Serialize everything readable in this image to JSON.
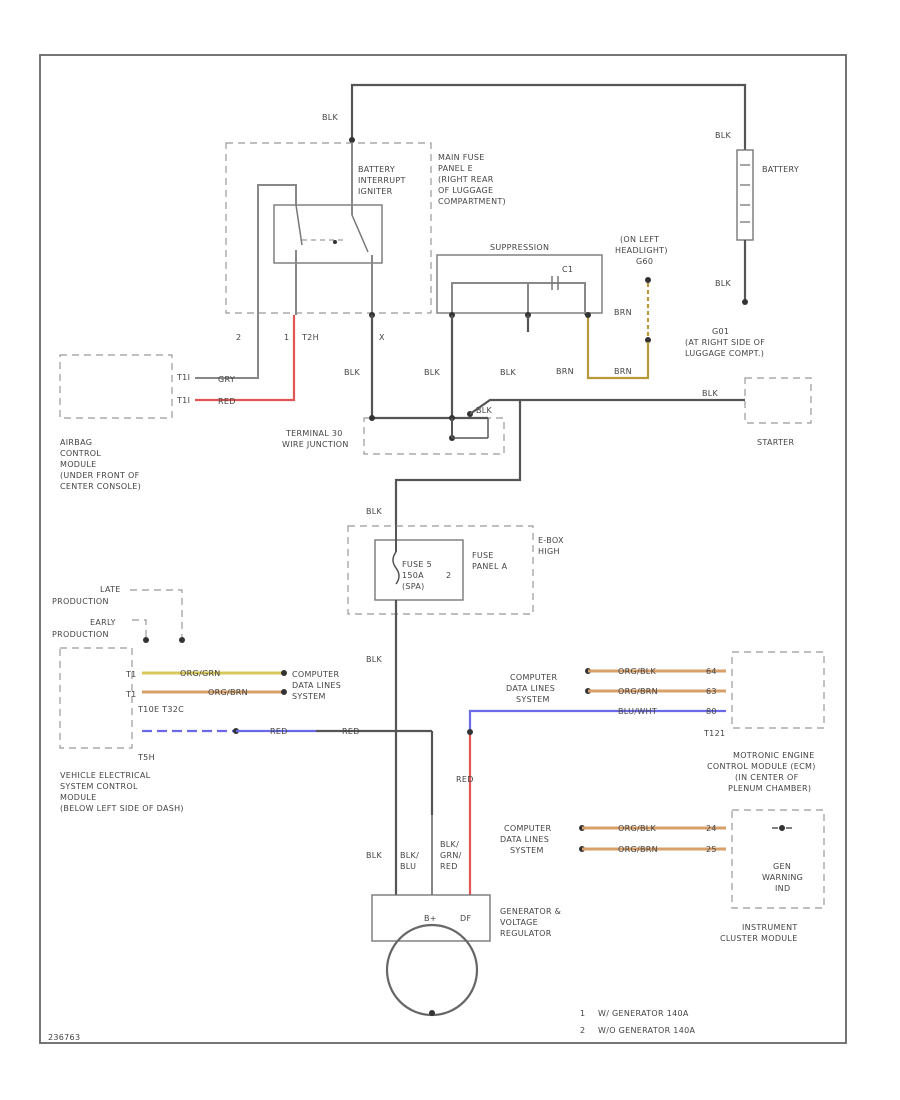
{
  "labels": {
    "blk_top": "BLK",
    "blk_battery_top": "BLK",
    "battery": "BATTERY",
    "blk_battery_bottom": "BLK",
    "g1_line1": "G01",
    "g1_line2": "(AT RIGHT SIDE OF",
    "g1_line3": "LUGGAGE COMPT.)",
    "starter": "STARTER",
    "blk_starter": "BLK",
    "interrupt_1": "BATTERY",
    "interrupt_2": "INTERRUPT",
    "interrupt_3": "IGNITER",
    "mainfuse_1": "MAIN FUSE",
    "mainfuse_2": "PANEL E",
    "mainfuse_3": "(RIGHT REAR",
    "mainfuse_4": "OF LUGGAGE",
    "mainfuse_5": "COMPARTMENT)",
    "suppression": "SUPPRESSION",
    "c1": "C1",
    "headlight_1": "(ON LEFT",
    "headlight_2": "HEADLIGHT)",
    "headlight_3": "G60",
    "brn_1": "BRN",
    "brn_2": "BRN",
    "brn_3": "BRN",
    "pin_2": "2",
    "pin_1": "1",
    "t2h": "T2H",
    "pin_x": "X",
    "blk_a": "BLK",
    "blk_b": "BLK",
    "blk_c": "BLK",
    "blk_d": "BLK",
    "airbag_t1": "T1I",
    "airbag_t2": "T1I",
    "gry": "GRY",
    "red_airbag": "RED",
    "airbag_1": "AIRBAG",
    "airbag_2": "CONTROL",
    "airbag_3": "MODULE",
    "airbag_4": "(UNDER FRONT OF",
    "airbag_5": "CENTER CONSOLE)",
    "terminal_1": "TERMINAL 30",
    "terminal_2": "WIRE JUNCTION",
    "blk_fuse": "BLK",
    "ebox_1": "E-BOX",
    "ebox_2": "HIGH",
    "fuse_1": "FUSE 5",
    "fuse_2": "150A",
    "fuse_3": "(SPA)",
    "fuse_pin": "2",
    "fusepanel_1": "FUSE",
    "fusepanel_2": "PANEL A",
    "late_1": "LATE",
    "late_2": "PRODUCTION",
    "early_1": "EARLY",
    "early_2": "PRODUCTION",
    "blk_mid": "BLK",
    "t1_1": "T1",
    "t1_2": "T1",
    "wire_orggrn": "ORG/GRN",
    "wire_orgbrn": "ORG/BRN",
    "comp_l_1": "COMPUTER",
    "comp_l_2": "DATA LINES",
    "comp_l_3": "SYSTEM",
    "t10e": "T10E  T32C",
    "t5a": "T5H",
    "red_mid": "RED",
    "red_mid2": "RED",
    "vecm_1": "VEHICLE ELECTRICAL",
    "vecm_2": "SYSTEM CONTROL",
    "vecm_3": "MODULE",
    "vecm_4": "(BELOW LEFT SIDE OF DASH)",
    "comp_r1_1": "COMPUTER",
    "comp_r1_2": "DATA LINES",
    "comp_r1_3": "SYSTEM",
    "wire_r1a": "ORG/BLK",
    "wire_r1b": "ORG/BRN",
    "wire_r1c": "BLU/WHT",
    "pin_r1a": "64",
    "pin_r1b": "63",
    "pin_r1c": "80",
    "t121": "T121",
    "ecm_1": "MOTRONIC ENGINE",
    "ecm_2": "CONTROL MODULE (ECM)",
    "ecm_3": "(IN CENTER OF",
    "ecm_4": "PLENUM CHAMBER)",
    "red_vert": "RED",
    "comp_r2_1": "COMPUTER",
    "comp_r2_2": "DATA LINES",
    "comp_r2_3": "SYSTEM",
    "wire_r2a": "ORG/BLK",
    "wire_r2b": "ORG/BRN",
    "pin_r2a": "24",
    "pin_r2b": "25",
    "gen_warn_1": "GEN",
    "gen_warn_2": "WARNING",
    "gen_warn_3": "IND",
    "cluster_1": "INSTRUMENT",
    "cluster_2": "CLUSTER MODULE",
    "blk_gen": "BLK",
    "blk_blu_1": "BLK/",
    "blk_blu_2": "BLU",
    "blk_grn_1": "BLK/",
    "blk_grn_2": "GRN/",
    "blk_grn_3": "RED",
    "gen_b": "B+",
    "gen_df": "DF",
    "gen_1": "GENERATOR &",
    "gen_2": "VOLTAGE",
    "gen_3": "REGULATOR",
    "note_1_num": "1",
    "note_1": "W/ GENERATOR 140A",
    "note_2_num": "2",
    "note_2": "W/O GENERATOR 140A",
    "footer_code": "236763"
  }
}
